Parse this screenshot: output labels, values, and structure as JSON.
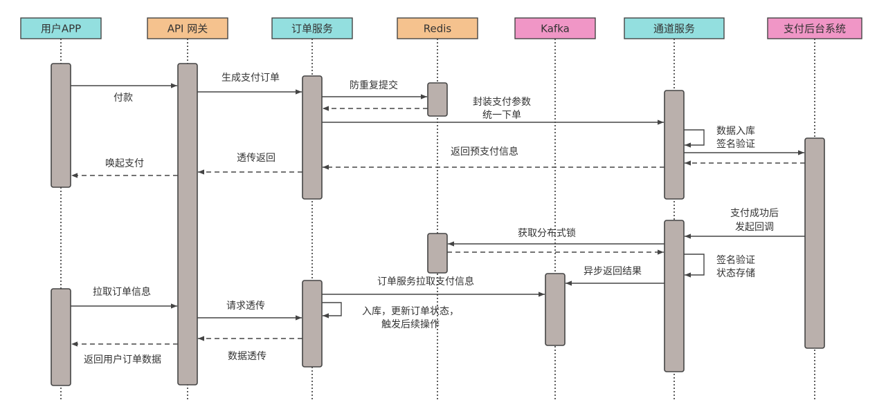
{
  "diagram": {
    "type": "sequence",
    "colors": {
      "cyan": "#93DFDF",
      "orange": "#F5C28E",
      "pink": "#F096C6",
      "activation": "#BAB0AC",
      "stroke": "#444444"
    },
    "participants": [
      {
        "id": "app",
        "label": "用户APP",
        "color": "cyan"
      },
      {
        "id": "gw",
        "label": "API 网关",
        "color": "orange"
      },
      {
        "id": "order",
        "label": "订单服务",
        "color": "cyan"
      },
      {
        "id": "redis",
        "label": "Redis",
        "color": "orange"
      },
      {
        "id": "kafka",
        "label": "Kafka",
        "color": "pink"
      },
      {
        "id": "channel",
        "label": "通道服务",
        "color": "cyan"
      },
      {
        "id": "backend",
        "label": "支付后台系统",
        "color": "pink"
      }
    ],
    "messages": [
      {
        "from": "app",
        "to": "gw",
        "lines": [
          "付款"
        ],
        "style": "solid"
      },
      {
        "from": "gw",
        "to": "order",
        "lines": [
          "生成支付订单"
        ],
        "style": "solid"
      },
      {
        "from": "order",
        "to": "redis",
        "lines": [
          "防重复提交"
        ],
        "style": "solid"
      },
      {
        "from": "redis",
        "to": "order",
        "lines": [],
        "style": "dashed"
      },
      {
        "from": "order",
        "to": "channel",
        "lines": [
          "封装支付参数",
          "统一下单"
        ],
        "style": "solid"
      },
      {
        "from": "channel",
        "to": "channel",
        "lines": [
          "数据入库",
          "签名验证"
        ],
        "style": "self"
      },
      {
        "from": "channel",
        "to": "backend",
        "lines": [],
        "style": "solid"
      },
      {
        "from": "backend",
        "to": "channel",
        "lines": [],
        "style": "dashed"
      },
      {
        "from": "channel",
        "to": "order",
        "lines": [
          "返回预支付信息"
        ],
        "style": "dashed"
      },
      {
        "from": "order",
        "to": "gw",
        "lines": [
          "透传返回"
        ],
        "style": "dashed"
      },
      {
        "from": "gw",
        "to": "app",
        "lines": [
          "唤起支付"
        ],
        "style": "dashed"
      },
      {
        "from": "backend",
        "to": "channel",
        "lines": [
          "支付成功后",
          "发起回调"
        ],
        "style": "solid"
      },
      {
        "from": "channel",
        "to": "redis",
        "lines": [
          "获取分布式锁"
        ],
        "style": "solid"
      },
      {
        "from": "redis",
        "to": "channel",
        "lines": [],
        "style": "dashed"
      },
      {
        "from": "channel",
        "to": "channel",
        "lines": [
          "签名验证",
          "状态存储"
        ],
        "style": "self"
      },
      {
        "from": "channel",
        "to": "kafka",
        "lines": [
          "异步返回结果"
        ],
        "style": "solid"
      },
      {
        "from": "app",
        "to": "gw",
        "lines": [
          "拉取订单信息"
        ],
        "style": "solid"
      },
      {
        "from": "order",
        "to": "kafka",
        "lines": [
          "订单服务拉取支付信息"
        ],
        "style": "solid"
      },
      {
        "from": "order",
        "to": "order",
        "lines": [
          "入库，更新订单状态，",
          "触发后续操作"
        ],
        "style": "self"
      },
      {
        "from": "gw",
        "to": "order",
        "lines": [
          "请求透传"
        ],
        "style": "solid"
      },
      {
        "from": "order",
        "to": "gw",
        "lines": [
          "数据透传"
        ],
        "style": "dashed"
      },
      {
        "from": "gw",
        "to": "app",
        "lines": [
          "返回用户订单数据"
        ],
        "style": "dashed"
      }
    ]
  }
}
